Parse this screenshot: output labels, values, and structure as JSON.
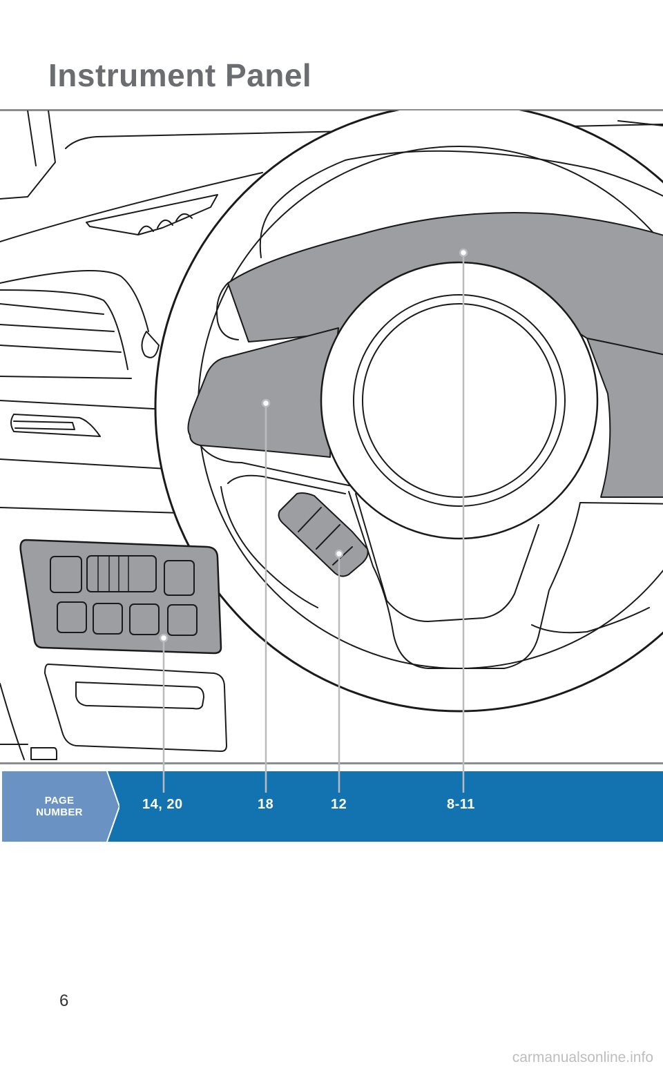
{
  "header": {
    "title": "Instrument Panel"
  },
  "legend": {
    "label_line1": "PAGE",
    "label_line2": "NUMBER"
  },
  "callouts": [
    {
      "id": "switch-panel",
      "pages": "14, 20"
    },
    {
      "id": "left-spoke-controls",
      "pages": "18"
    },
    {
      "id": "column-stalk-switch",
      "pages": "12"
    },
    {
      "id": "instrument-cluster",
      "pages": "8-11"
    }
  ],
  "colors": {
    "band": "#1273b0",
    "tab": "#6a93c3",
    "highlight": "#9c9ea2",
    "title": "#6b6d70"
  },
  "footer": {
    "page_number": "6",
    "watermark": "carmanualsonline.info"
  }
}
